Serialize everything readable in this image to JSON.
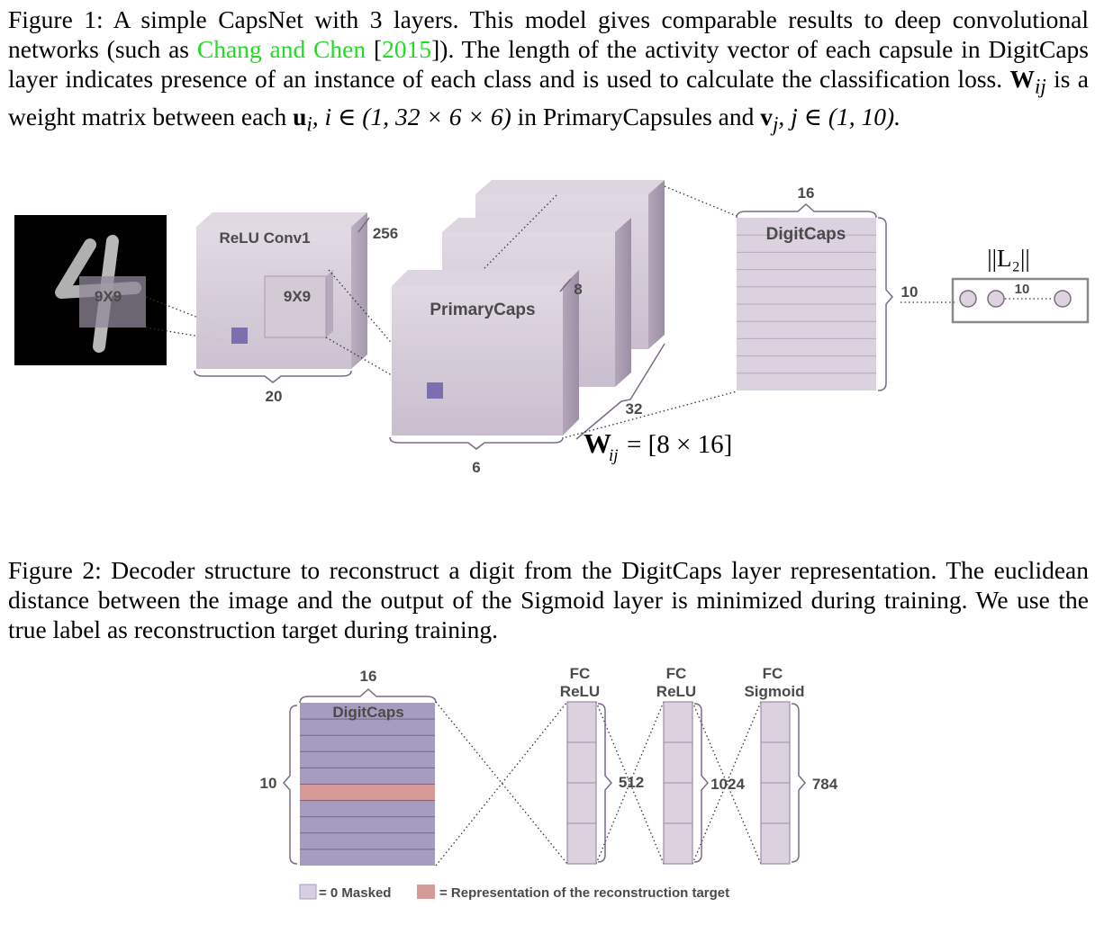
{
  "figure1": {
    "caption_label": "Figure 1:",
    "caption_part1": "A simple CapsNet with 3 layers. This model gives comparable results to deep convolutional networks (such as",
    "citation_authors": "Chang and Chen",
    "citation_year": "2015",
    "caption_part2": "). The length of the activity vector of each capsule in DigitCaps layer indicates presence of an instance of each class and is used to calculate the classification loss.",
    "caption_math_w": "W",
    "caption_math_w_sub": "ij",
    "caption_part3": "is a weight matrix between each",
    "caption_math_u": "u",
    "caption_math_u_sub": "i",
    "caption_math_u_range": ", i ∈ (1, 32 × 6 × 6)",
    "caption_part4": "in PrimaryCapsules and",
    "caption_math_v": "v",
    "caption_math_v_sub": "j",
    "caption_math_v_range": ", j ∈ (1, 10).",
    "input_kernel_label": "9X9",
    "conv1_title": "ReLU Conv1",
    "conv1_kernel_label": "9X9",
    "conv1_depth": "256",
    "conv1_width": "20",
    "primarycaps_title": "PrimaryCaps",
    "primarycaps_depth": "8",
    "primarycaps_count": "32",
    "primarycaps_width": "6",
    "weight_label_w": "W",
    "weight_label_sub": "ij",
    "weight_label_value": " = [8 × 16]",
    "digitcaps_title": "DigitCaps",
    "digitcaps_dim": "16",
    "digitcaps_rows": "10",
    "norm_label": "||L₂||",
    "norm_count": "10"
  },
  "figure2": {
    "caption_label": "Figure 2:",
    "caption_text": "Decoder structure to reconstruct a digit from the DigitCaps layer representation. The euclidean distance between the image and the output of the Sigmoid layer is minimized during training. We use the true label as reconstruction target during training.",
    "digitcaps_title": "DigitCaps",
    "digitcaps_dim": "16",
    "digitcaps_rows": "10",
    "fc1_type": "FC",
    "fc1_activation": "ReLU",
    "fc1_size": "512",
    "fc2_type": "FC",
    "fc2_activation": "ReLU",
    "fc2_size": "1024",
    "fc3_type": "FC",
    "fc3_activation": "Sigmoid",
    "fc3_size": "784",
    "legend_masked": "= 0 Masked",
    "legend_target": "= Representation of the reconstruction target"
  },
  "colors": {
    "citation": "#22dd22",
    "layer_fill": "#d6cdd8",
    "layer_dark": "#a89bb0",
    "masked": "#a59cc0",
    "target": "#d69a98",
    "kernel": "#7b6fb0"
  }
}
